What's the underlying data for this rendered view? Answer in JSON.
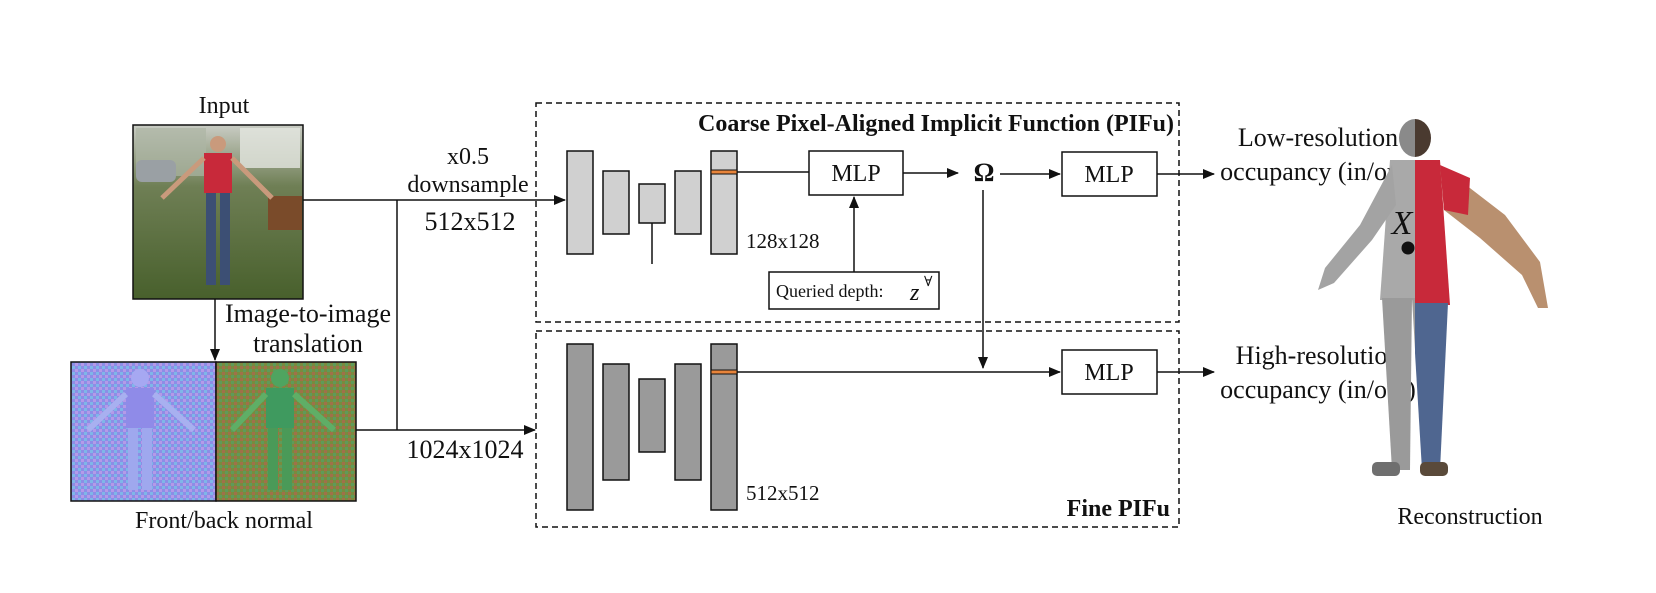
{
  "labels": {
    "input": "Input",
    "downsample_factor": "x0.5",
    "downsample_word": "downsample",
    "res_512": "512x512",
    "res_1024": "1024x1024",
    "res_128_feat": "128x128",
    "res_512_feat": "512x512",
    "img2img_line1": "Image-to-image",
    "img2img_line2": "translation",
    "front_back": "Front/back normal",
    "coarse_title": "Coarse Pixel-Aligned Implicit Function (PIFu)",
    "fine_title": "Fine PIFu",
    "mlp_coarse": "MLP",
    "mlp_low": "MLP",
    "mlp_high": "MLP",
    "omega": "Ω",
    "queried_depth": "Queried depth:",
    "z_symbol": "z",
    "z_super": "∀",
    "low_res_line1": "Low-resolution",
    "low_res_line2": "occupancy (in/out)",
    "high_res_line1": "High-resolution",
    "high_res_line2": "occupancy (in/out)",
    "point_x": "X",
    "reconstruction": "Reconstruction"
  },
  "colors": {
    "coarse_block": "#d0d0d0",
    "fine_block": "#9a9a9a",
    "feature_stripe": "#e8843a",
    "shirt": "#c8293a",
    "grass": "#4f6a32",
    "normal_front": "#8a84e0",
    "normal_back": "#6e8a3c"
  }
}
